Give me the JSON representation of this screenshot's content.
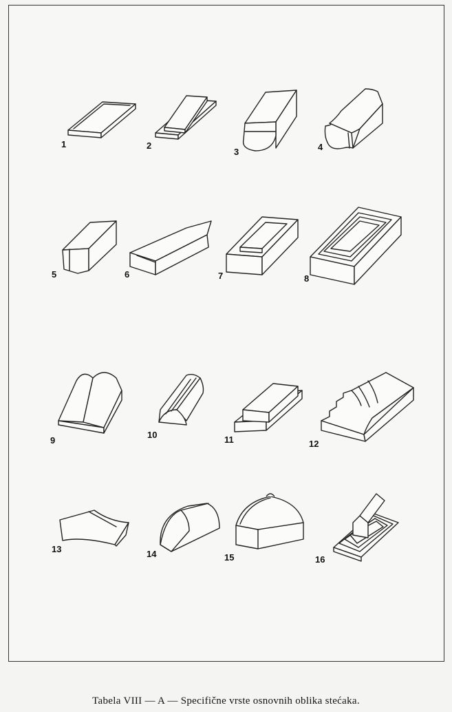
{
  "caption": "Tabela VIII — A — Specifične vrste osnovnih oblika stećaka.",
  "figures": [
    {
      "label": "1"
    },
    {
      "label": "2"
    },
    {
      "label": "3"
    },
    {
      "label": "4"
    },
    {
      "label": "5"
    },
    {
      "label": "6"
    },
    {
      "label": "7"
    },
    {
      "label": "8"
    },
    {
      "label": "9"
    },
    {
      "label": "10"
    },
    {
      "label": "11"
    },
    {
      "label": "12"
    },
    {
      "label": "13"
    },
    {
      "label": "14"
    },
    {
      "label": "15"
    },
    {
      "label": "16"
    }
  ]
}
